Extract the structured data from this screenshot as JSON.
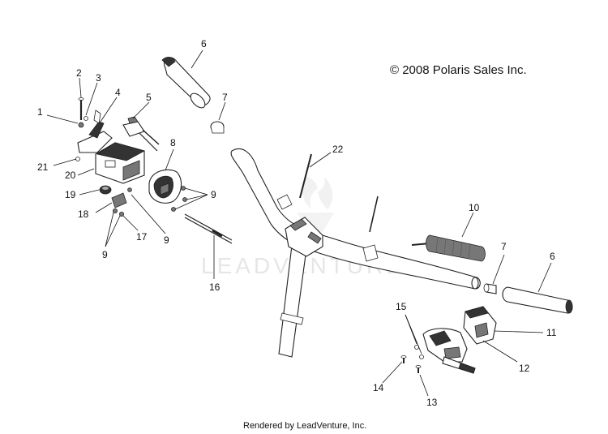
{
  "copyright": "© 2008 Polaris Sales Inc.",
  "footer": "Rendered by LeadVenture, Inc.",
  "watermark": "LEADVENTURE",
  "callouts": {
    "c1": "1",
    "c2": "2",
    "c3": "3",
    "c4": "4",
    "c5": "5",
    "c6a": "6",
    "c6b": "6",
    "c7a": "7",
    "c7b": "7",
    "c8": "8",
    "c9a": "9",
    "c9b": "9",
    "c9c": "9",
    "c10": "10",
    "c11": "11",
    "c12": "12",
    "c13": "13",
    "c14": "14",
    "c15": "15",
    "c16": "16",
    "c17": "17",
    "c18": "18",
    "c19": "19",
    "c20": "20",
    "c21": "21",
    "c22": "22"
  }
}
